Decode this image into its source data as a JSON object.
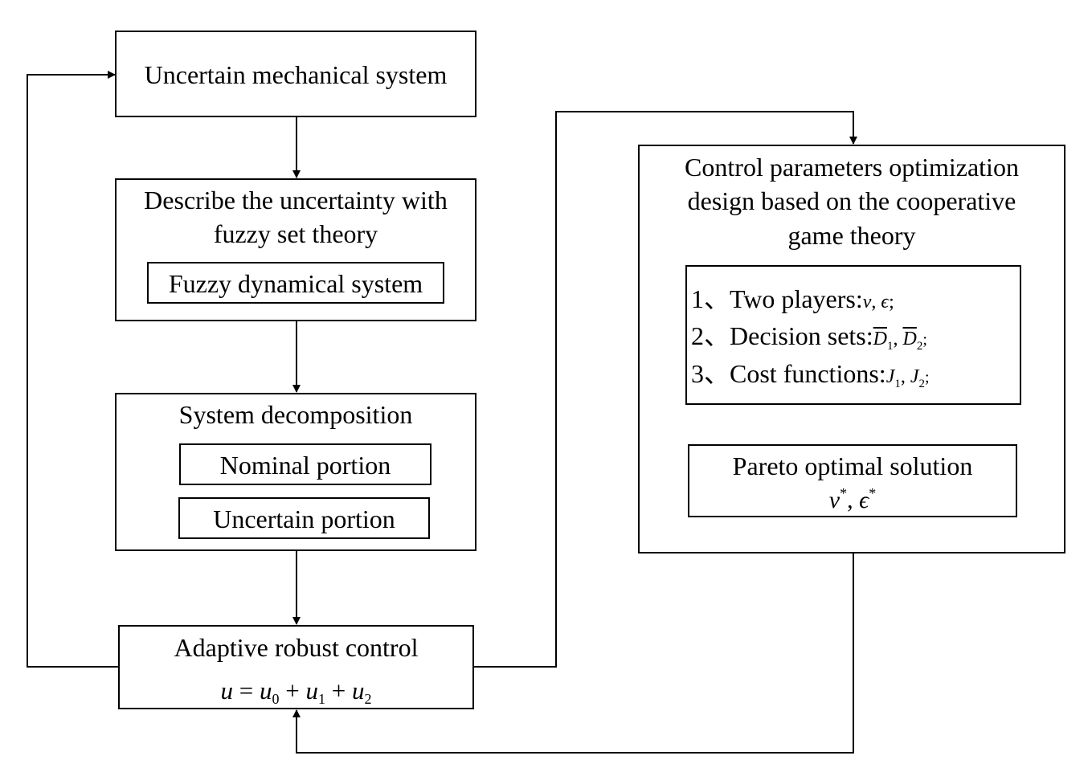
{
  "boxes": {
    "system": {
      "label": "Uncertain mechanical system"
    },
    "fuzzy": {
      "line1": "Describe the uncertainty with",
      "line2": "fuzzy set theory",
      "inner": "Fuzzy dynamical system"
    },
    "decomposition": {
      "label": "System decomposition",
      "nominal": "Nominal portion",
      "uncertain": "Uncertain portion"
    },
    "control": {
      "label": "Adaptive robust control",
      "formula": {
        "lhs": "u",
        "eq": " = ",
        "t0": "u",
        "s0": "0",
        "plus1": " + ",
        "t1": "u",
        "s1": "1",
        "plus2": " + ",
        "t2": "u",
        "s2": "2"
      }
    },
    "optimization": {
      "line1": "Control parameters optimization",
      "line2": "design based on the cooperative",
      "line3": "game theory",
      "items": [
        {
          "label": "1、Two players:",
          "sym1": "ν",
          "sep": ", ",
          "sym2": "ϵ",
          "end": ";"
        },
        {
          "label": "2、Decision sets:",
          "sym1": "D",
          "sub1": "1",
          "sep": ", ",
          "sym2": "D",
          "sub2": "2",
          "end": ";"
        },
        {
          "label": "3、Cost functions:",
          "sym1": "J",
          "sub1": "1",
          "sep": ", ",
          "sym2": "J",
          "sub2": "2",
          "end": ";"
        }
      ],
      "pareto": {
        "label": "Pareto optimal solution",
        "sym1": "ν",
        "sup1": "*",
        "sep": ", ",
        "sym2": "ϵ",
        "sup2": "*"
      }
    }
  }
}
